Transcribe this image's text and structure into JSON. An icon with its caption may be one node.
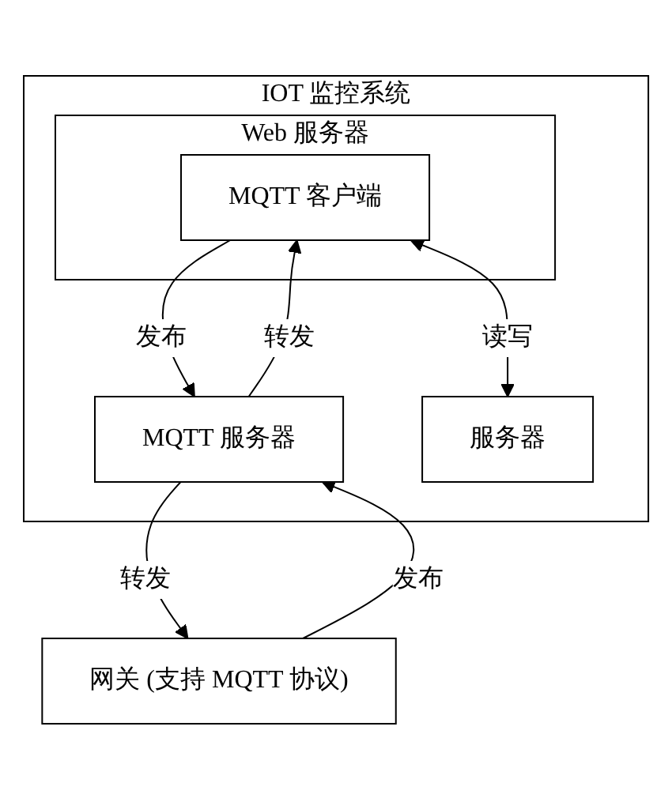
{
  "diagram": {
    "nodes": [
      {
        "text": [
          "IOT 监控系统"
        ]
      },
      {
        "text": [
          "Web 服务器"
        ],
        "in": 0
      },
      {
        "text": [
          "MQTT 客户端"
        ],
        "in": 1
      },
      {
        "text": [
          "MQTT 服务器"
        ],
        "in": 0
      },
      {
        "text": [
          "服务器"
        ],
        "in": 0
      },
      {
        "text": [
          "网关 (支持 MQTT 协议)"
        ]
      }
    ],
    "edges": [
      {
        "from": 2,
        "to": 3,
        "arrow": "to",
        "label": "发布"
      },
      {
        "from": 3,
        "to": 2,
        "arrow": "to",
        "label": "转发"
      },
      {
        "from": 2,
        "to": 4,
        "arrow": "both",
        "label": "读写"
      },
      {
        "from": 5,
        "to": 3,
        "arrow": "to",
        "label": "发布"
      },
      {
        "from": 3,
        "to": 5,
        "arrow": "to",
        "label": "转发"
      }
    ]
  }
}
